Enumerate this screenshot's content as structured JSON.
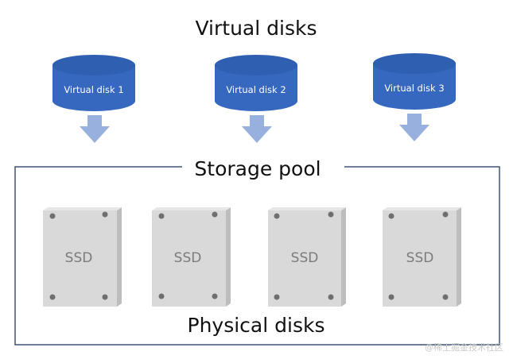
{
  "titles": {
    "virtual_disks": "Virtual disks",
    "storage_pool": "Storage pool",
    "physical_disks": "Physical disks"
  },
  "virtual_disks": [
    {
      "label": "Virtual disk 1"
    },
    {
      "label": "Virtual disk 2"
    },
    {
      "label": "Virtual disk 3"
    }
  ],
  "physical_disks": [
    {
      "label": "SSD"
    },
    {
      "label": "SSD"
    },
    {
      "label": "SSD"
    },
    {
      "label": "SSD"
    }
  ],
  "watermark": "@稀土掘金技术社区",
  "colors": {
    "disk_body": "#3668c0",
    "disk_top": "#2f5fb1",
    "arrow": "#97b0dd",
    "pool_border": "#3d5472",
    "ssd_face": "#d9d9d9",
    "ssd_side": "#bdbdbd",
    "screw": "#6f6f6f",
    "text": "#111111"
  }
}
